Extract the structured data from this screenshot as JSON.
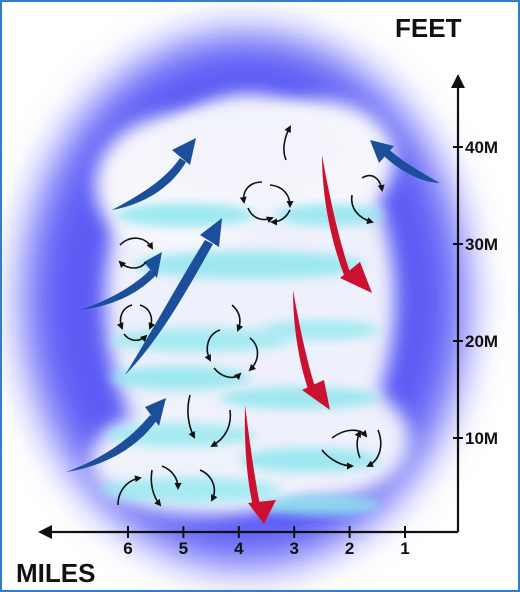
{
  "labels": {
    "vertical_axis_title": "FEET",
    "horizontal_axis_title": "MILES"
  },
  "vertical_ticks": [
    {
      "label": "10M",
      "value": 10
    },
    {
      "label": "20M",
      "value": 20
    },
    {
      "label": "30M",
      "value": 30
    },
    {
      "label": "40M",
      "value": 40
    }
  ],
  "horizontal_ticks": [
    {
      "label": "1",
      "value": 1
    },
    {
      "label": "2",
      "value": 2
    },
    {
      "label": "3",
      "value": 3
    },
    {
      "label": "4",
      "value": 4
    },
    {
      "label": "5",
      "value": 5
    },
    {
      "label": "6",
      "value": 6
    }
  ],
  "colors": {
    "background_glow": "#3a3af0",
    "cloud_core": "#f4f6fb",
    "cloud_cyan": "#8fe6ee",
    "updraft_arrow": "#1b4f9a",
    "downdraft_arrow": "#cc1030",
    "swirl_arrow": "#111111",
    "axis": "#111111",
    "frame": "#2b7fd0"
  }
}
